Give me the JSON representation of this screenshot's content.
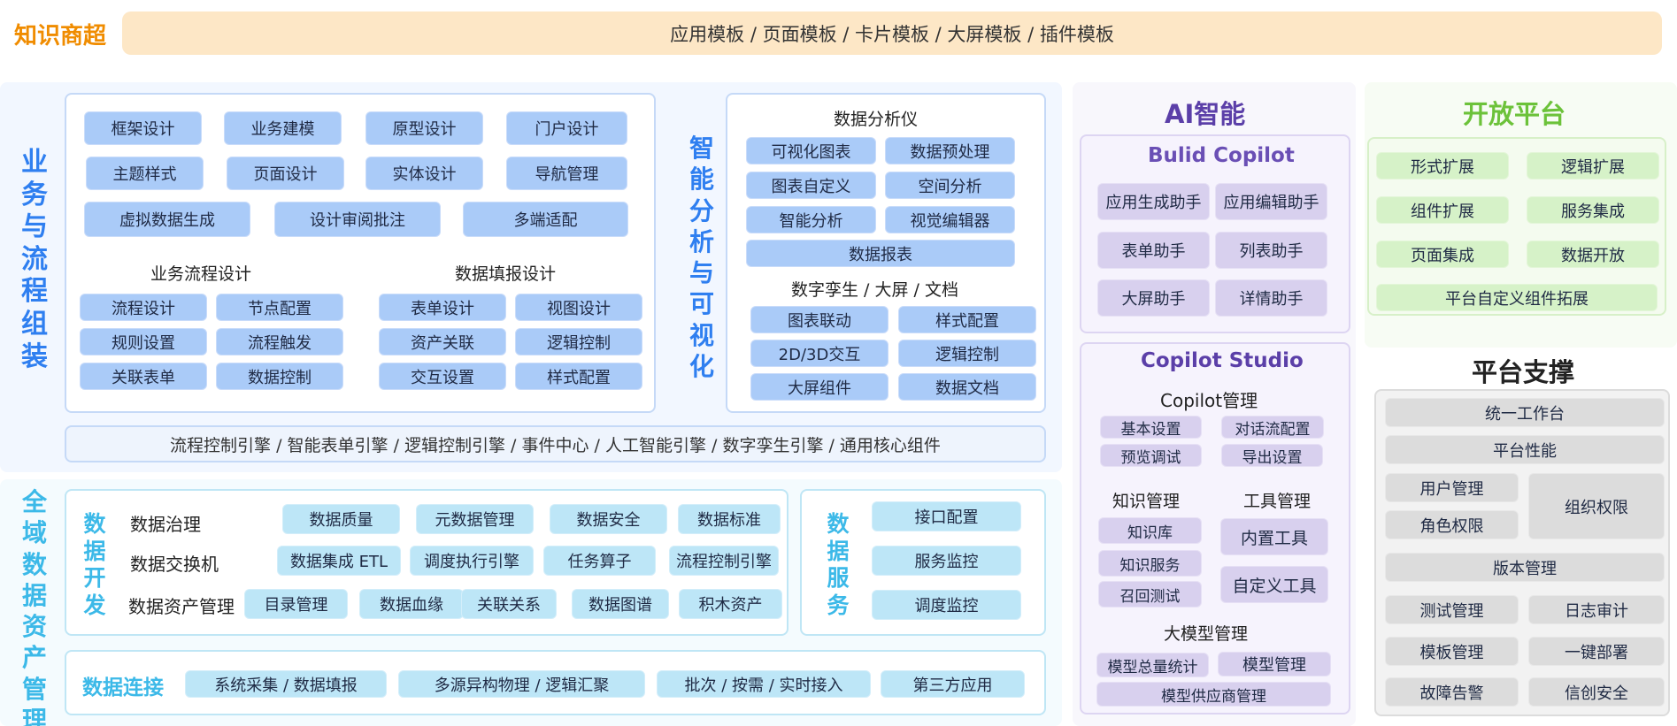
{
  "top": {
    "brand": "知识商超",
    "banner": "应用模板 / 页面模板 / 卡片模板 / 大屏模板 / 插件模板"
  },
  "business": {
    "title": "业务与流程组装",
    "row1": [
      "框架设计",
      "业务建模",
      "原型设计",
      "门户设计"
    ],
    "row2": [
      "主题样式",
      "页面设计",
      "实体设计",
      "导航管理"
    ],
    "row3": [
      "虚拟数据生成",
      "设计审阅批注",
      "多端适配"
    ],
    "flow": {
      "title": "业务流程设计",
      "items": [
        "流程设计",
        "节点配置",
        "规则设置",
        "流程触发",
        "关联表单",
        "数据控制"
      ]
    },
    "fill": {
      "title": "数据填报设计",
      "items": [
        "表单设计",
        "视图设计",
        "资产关联",
        "逻辑控制",
        "交互设置",
        "样式配置"
      ]
    }
  },
  "smart": {
    "title": "智能分析与可视化",
    "analyzer": {
      "title": "数据分析仪",
      "items": [
        "可视化图表",
        "数据预处理",
        "图表自定义",
        "空间分析",
        "智能分析",
        "视觉编辑器",
        "数据报表"
      ]
    },
    "twin": {
      "title": "数字孪生 / 大屏 / 文档",
      "items": [
        "图表联动",
        "样式配置",
        "2D/3D交互",
        "逻辑控制",
        "大屏组件",
        "数据文档"
      ]
    }
  },
  "engine_bar": "流程控制引擎 / 智能表单引擎 / 逻辑控制引擎 / 事件中心 / 人工智能引擎 / 数字孪生引擎 / 通用核心组件",
  "data_asset": {
    "title": "全域数据资产管理",
    "dev": {
      "title": "数据开发",
      "rows": [
        {
          "label": "数据治理",
          "items": [
            "数据质量",
            "元数据管理",
            "数据安全",
            "数据标准"
          ]
        },
        {
          "label": "数据交换机",
          "items": [
            "数据集成 ETL",
            "调度执行引擎",
            "任务算子",
            "流程控制引擎"
          ]
        },
        {
          "label": "数据资产管理",
          "items": [
            "目录管理",
            "数据血缘",
            "关联关系",
            "数据图谱",
            "积木资产"
          ]
        }
      ]
    },
    "service": {
      "title": "数据服务",
      "items": [
        "接口配置",
        "服务监控",
        "调度监控"
      ]
    },
    "connect": {
      "title": "数据连接",
      "items": [
        "系统采集 / 数据填报",
        "多源异构物理 / 逻辑汇聚",
        "批次 / 按需 / 实时接入",
        "第三方应用"
      ]
    }
  },
  "ai": {
    "title": "AI智能",
    "build": {
      "title": "Bulid Copilot",
      "items": [
        "应用生成助手",
        "应用编辑助手",
        "表单助手",
        "列表助手",
        "大屏助手",
        "详情助手"
      ]
    },
    "studio": {
      "title": "Copilot Studio",
      "copilot_mgmt": {
        "title": "Copilot管理",
        "items": [
          "基本设置",
          "对话流配置",
          "预览调试",
          "导出设置"
        ]
      },
      "knowledge": {
        "title": "知识管理",
        "items": [
          "知识库",
          "知识服务",
          "召回测试"
        ]
      },
      "tools": {
        "title": "工具管理",
        "items": [
          "内置工具",
          "自定义工具"
        ]
      },
      "model": {
        "title": "大模型管理",
        "items": [
          "模型总量统计",
          "模型管理",
          "模型供应商管理"
        ]
      }
    }
  },
  "open": {
    "title": "开放平台",
    "items": [
      "形式扩展",
      "逻辑扩展",
      "组件扩展",
      "服务集成",
      "页面集成",
      "数据开放",
      "平台自定义组件拓展"
    ]
  },
  "support": {
    "title": "平台支撑",
    "items": [
      "统一工作台",
      "平台性能",
      "用户管理",
      "角色权限",
      "组织权限",
      "版本管理",
      "测试管理",
      "日志审计",
      "模板管理",
      "一键部署",
      "故障告警",
      "信创安全"
    ]
  },
  "colors": {
    "brand_orange": "#f08c00",
    "title_blue": "#2f7ff0",
    "data_cyan": "#3cb9e8",
    "ai_purple": "#5b3fa8",
    "open_green": "#6cc23a"
  }
}
